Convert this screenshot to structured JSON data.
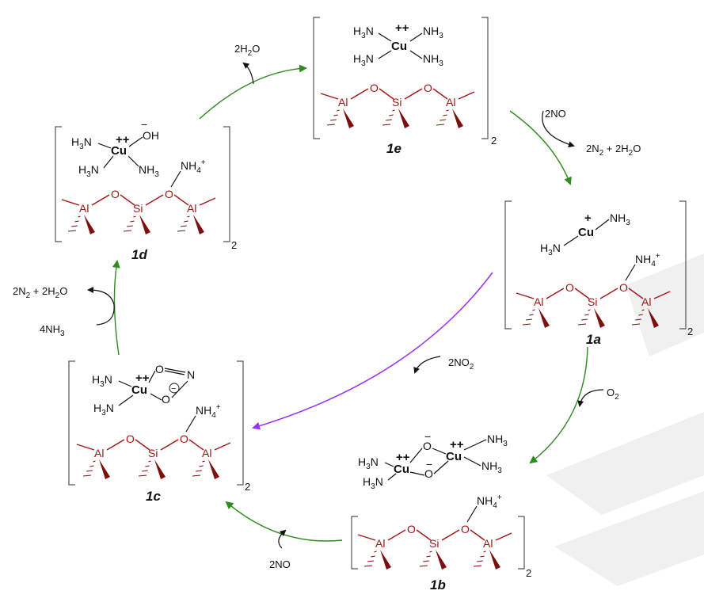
{
  "colors": {
    "cycle_arrow": "#2e8b1e",
    "shortcut_arrow": "#9b30ff",
    "framework_atom": "#a31515",
    "framework_wedge": "#7a1010",
    "text": "#111111"
  },
  "species": {
    "s1a": {
      "label": "1a"
    },
    "s1b": {
      "label": "1b"
    },
    "s1c": {
      "label": "1c"
    },
    "s1d": {
      "label": "1d"
    },
    "s1e": {
      "label": "1e"
    }
  },
  "atoms": {
    "cu": "Cu",
    "al": "Al",
    "si": "Si",
    "o": "O",
    "n": "N",
    "h3n": "H",
    "nh3": "NH",
    "nh4": "NH",
    "oh": "OH",
    "plus": "+",
    "plusplus": "++",
    "minus": "−",
    "bracket_sub": "2"
  },
  "reagents": {
    "e_to_a_in": "2NO",
    "e_to_a_out": "2N",
    "a_to_b_in": "O",
    "b_to_c_in": "2NO",
    "c_to_d_in": "4NH",
    "c_to_d_out": "2N",
    "d_to_e_out": "2H",
    "a_to_c_out": "2NO"
  }
}
